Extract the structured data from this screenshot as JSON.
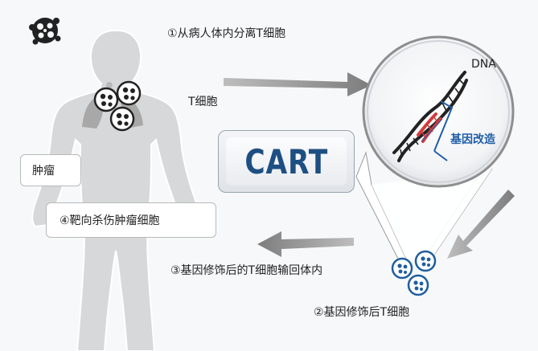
{
  "labels": {
    "step1": "①从病人体内分离T细胞",
    "tcell": "T细胞",
    "dna": "DNA",
    "gene_mod": "基因改造",
    "cart": "CART",
    "tumor": "肿瘤",
    "step4": "④靶向杀伤肿瘤细胞",
    "step3": "③基因修饰后的T细胞输回体内",
    "step2": "②基因修饰后T细胞"
  },
  "colors": {
    "body": "#d7d8da",
    "body_outline": "#ffffff",
    "lung": "#a8a8a8",
    "arrow": "#8c8c8c",
    "cell_blue": "#1f5e9e",
    "cell_dark": "#222222",
    "cart_blue": "#1e4f82",
    "dna_red": "#d23c3c",
    "gene_blue": "#1f5ea8"
  },
  "icons": {
    "cluster": "cell-cluster-icon",
    "magnifier": "magnifier-circle"
  }
}
